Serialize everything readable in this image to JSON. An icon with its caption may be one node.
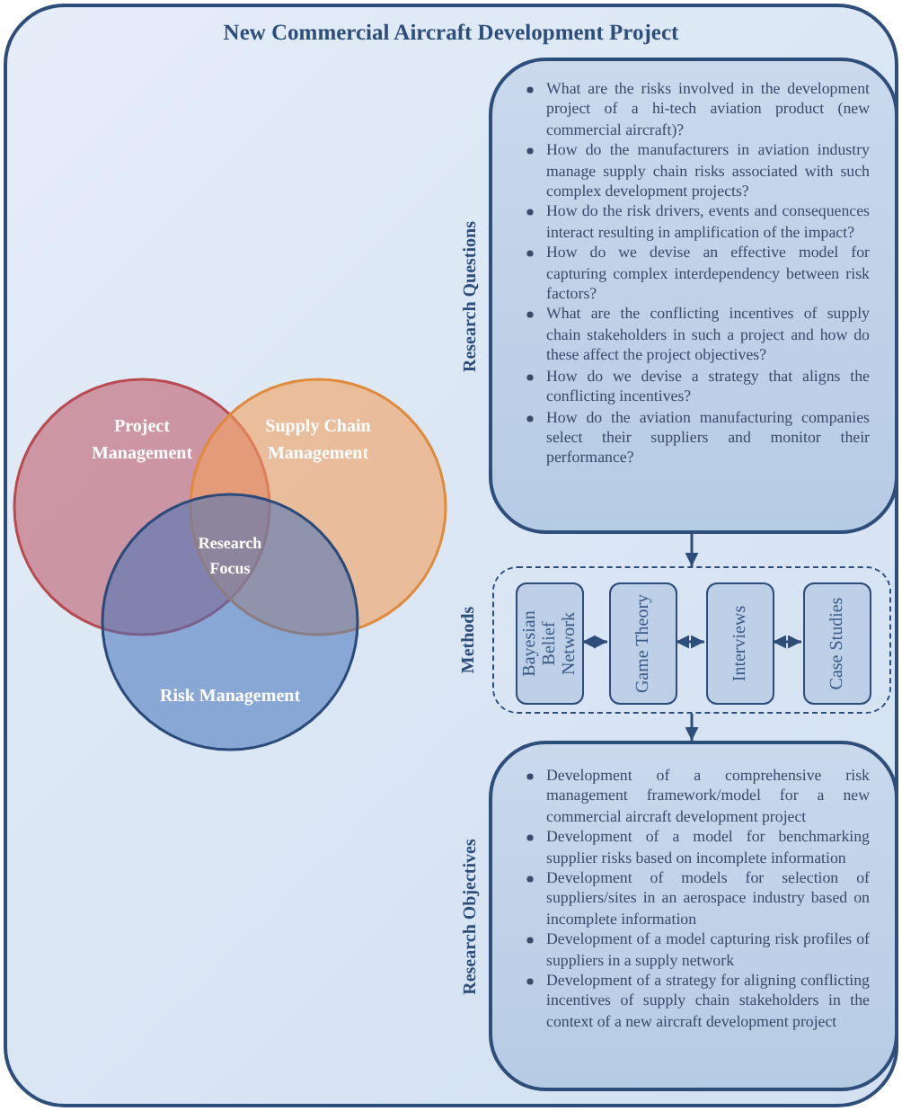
{
  "diagram": {
    "title": "New Commercial Aircraft Development Project",
    "nodes": [
      {
        "text": [],
        "shape": "box"
      },
      {
        "text": [
          "Project Management"
        ],
        "in": 0
      },
      {
        "text": [
          "Supply Chain Management"
        ],
        "in": 0
      },
      {
        "text": [
          "Risk Management"
        ],
        "in": 0
      },
      {
        "text": [
          "Research Questions",
          "What are the risks involved in the development project of a hi-tech aviation product (new commercial aircraft)?",
          "How do the manufacturers in aviation industry manage supply chain risks associated with such complex development projects?",
          "How do the risk drivers, events and consequences interact resulting in amplification of the impact?",
          "How do we devise an effective model for capturing complex interdependency between risk factors?",
          "What are the conflicting incentives of supply chain stakeholders in such a project and how do these affect the project objectives?",
          "How do we devise a strategy that aligns the conflicting incentives?",
          "How do the aviation manufacturing companies select their suppliers and monitor their performance?"
        ],
        "in": 0
      },
      {
        "text": [
          "Methods"
        ],
        "in": 0
      },
      {
        "text": [
          "Bayesian Belief Network"
        ],
        "in": 5
      },
      {
        "text": [
          "Game Theory"
        ],
        "in": 5
      },
      {
        "text": [
          "Interviews"
        ],
        "in": 5
      },
      {
        "text": [
          "Case Studies"
        ],
        "in": 5
      },
      {
        "text": [
          "Research Objectives",
          "Development of a comprehensive risk management framework/model for a new commercial aircraft development project",
          "Development of a model for benchmarking supplier risks based on incomplete information",
          "Development of models for selection of suppliers/sites in an aerospace industry based on incomplete information",
          "Development of a model capturing risk profiles of suppliers in a supply network",
          "Development of a strategy for aligning conflicting incentives of supply chain stakeholders in the context of a new aircraft development project"
        ],
        "in": 0
      }
    ],
    "edges": [
      {
        "from": 4,
        "to": 5,
        "arrow": "to"
      },
      {
        "from": 5,
        "to": 10,
        "arrow": "to"
      },
      {
        "from": 6,
        "to": 7,
        "arrow": "both"
      },
      {
        "from": 7,
        "to": 8,
        "arrow": "both"
      },
      {
        "from": 8,
        "to": 9,
        "arrow": "both"
      }
    ],
    "labels": [
      "Research Focus"
    ]
  }
}
